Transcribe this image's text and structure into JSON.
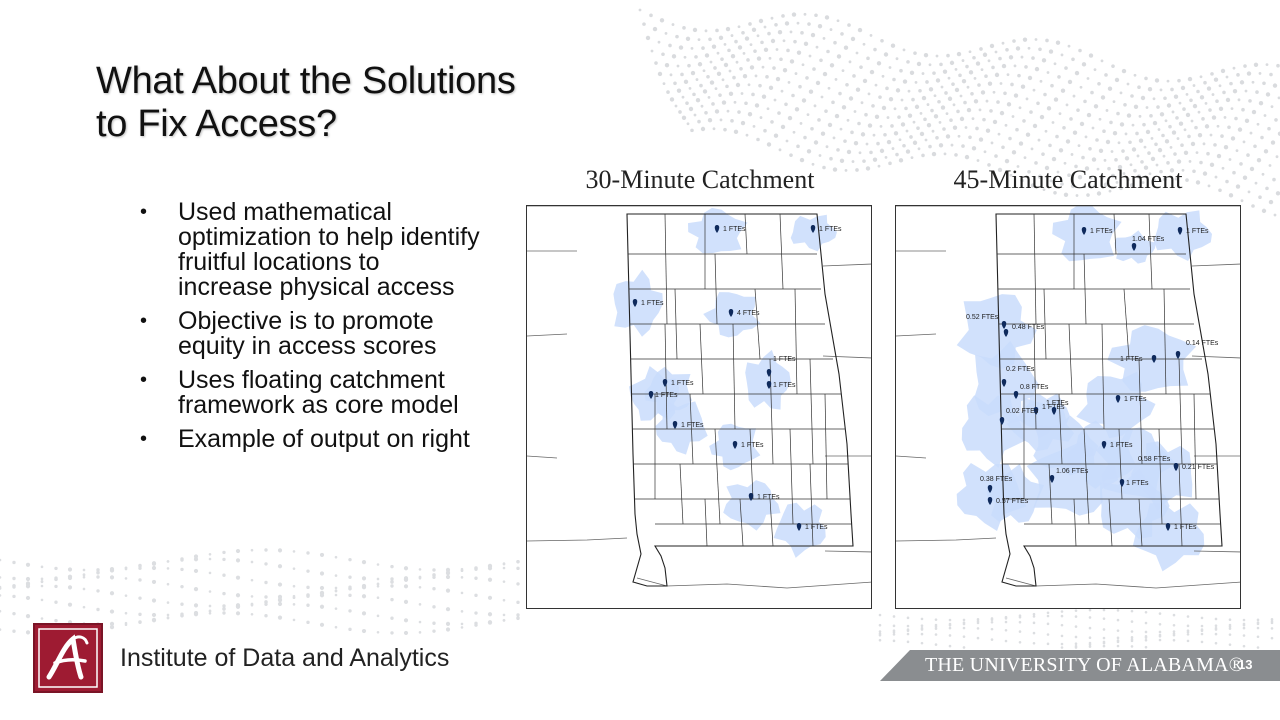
{
  "slide": {
    "title_line1": "What About the Solutions",
    "title_line2": "to Fix Access?",
    "bullets": [
      "Used mathematical optimization to help identify fruitful locations to increase physical access",
      "Objective is to promote equity in access scores",
      "Uses floating catchment framework as core model",
      "Example of output on right"
    ],
    "page_number": "13"
  },
  "maps": [
    {
      "caption": "30-Minute Catchment",
      "sites": [
        {
          "label": "1 FTEs"
        },
        {
          "label": "1 FTEs"
        },
        {
          "label": "1 FTEs"
        },
        {
          "label": "4 FTEs"
        },
        {
          "label": "1 FTEs"
        },
        {
          "label": "1 FTEs"
        },
        {
          "label": "1 FTEs"
        },
        {
          "label": "1 FTEs"
        },
        {
          "label": "1 FTEs"
        },
        {
          "label": "1 FTEs"
        },
        {
          "label": "1 FTEs"
        },
        {
          "label": "1 FTEs"
        }
      ]
    },
    {
      "caption": "45-Minute Catchment",
      "sites": [
        {
          "label": "1 FTEs"
        },
        {
          "label": "1 FTEs"
        },
        {
          "label": "1.04 FTEs"
        },
        {
          "label": "0.52 FTEs"
        },
        {
          "label": "0.48 FTEs"
        },
        {
          "label": "0.14 FTEs"
        },
        {
          "label": "1 FTEs"
        },
        {
          "label": "0.2 FTEs"
        },
        {
          "label": "0.8 FTEs"
        },
        {
          "label": "1 FTEs"
        },
        {
          "label": "1 FTEs"
        },
        {
          "label": "0.02 FTEs"
        },
        {
          "label": "1 FTEs"
        },
        {
          "label": "1 FTEs"
        },
        {
          "label": "0.58 FTEs"
        },
        {
          "label": "0.21 FTEs"
        },
        {
          "label": "0.38 FTEs"
        },
        {
          "label": "1.06 FTEs"
        },
        {
          "label": "1 FTEs"
        },
        {
          "label": "0.57 FTEs"
        },
        {
          "label": "1 FTEs"
        }
      ]
    }
  ],
  "footer": {
    "institute": "Institute of Data and Analytics",
    "university": "THE UNIVERSITY OF ALABAMA®"
  },
  "colors": {
    "crimson": "#9e1b32",
    "catchment_fill": "#c9dcfb",
    "marker": "#0f2a5c",
    "footer_bar": "#8a8d90"
  },
  "icons": [
    "map-pin-icon",
    "script-a-logo-icon"
  ]
}
